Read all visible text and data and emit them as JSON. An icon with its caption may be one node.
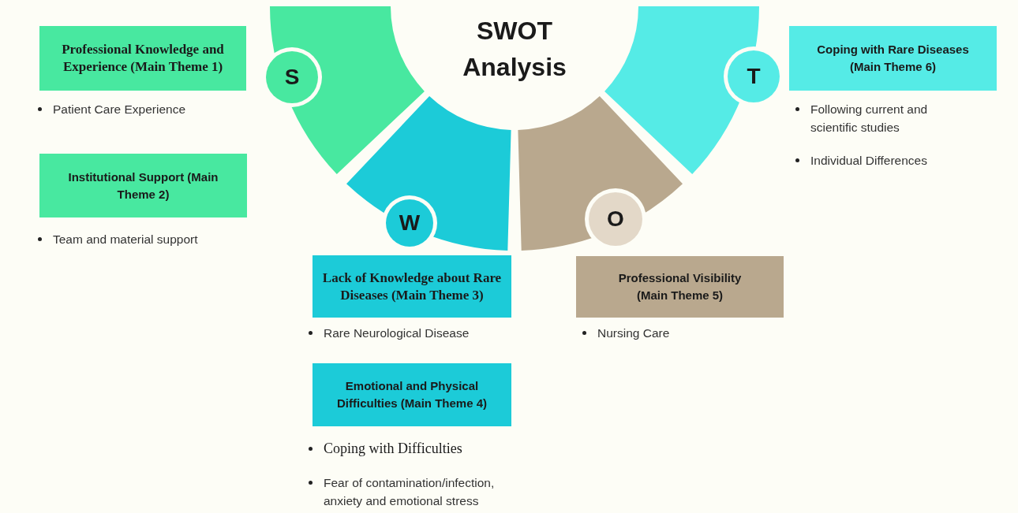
{
  "diagram": {
    "nodes": [
      {
        "text": [
          "SWOT Analysis"
        ]
      },
      {
        "text": [
          "S"
        ]
      },
      {
        "text": [
          "W"
        ]
      },
      {
        "text": [
          "O"
        ]
      },
      {
        "text": [
          "T"
        ]
      },
      {
        "text": [
          "Professional Knowledge and Experience (Main Theme 1)"
        ],
        "beside": [
          "Patient Care Experience"
        ]
      },
      {
        "text": [
          "Institutional Support (Main Theme 2)"
        ],
        "beside": [
          "Team and material support"
        ]
      },
      {
        "text": [
          "Lack of Knowledge about Rare Diseases (Main Theme 3)"
        ],
        "beside": [
          "Rare Neurological Disease"
        ]
      },
      {
        "text": [
          "Emotional and Physical Difficulties (Main Theme 4)"
        ],
        "beside": [
          "Coping with Difficulties",
          "Fear of contamination/infection, anxiety and emotional stress"
        ]
      },
      {
        "text": [
          "Professional Visibility (Main Theme 5)"
        ],
        "beside": [
          "Nursing Care"
        ]
      },
      {
        "text": [
          "Coping with Rare Diseases (Main Theme 6)"
        ],
        "beside": [
          "Following current and scientific studies",
          "Individual Differences"
        ]
      }
    ]
  }
}
